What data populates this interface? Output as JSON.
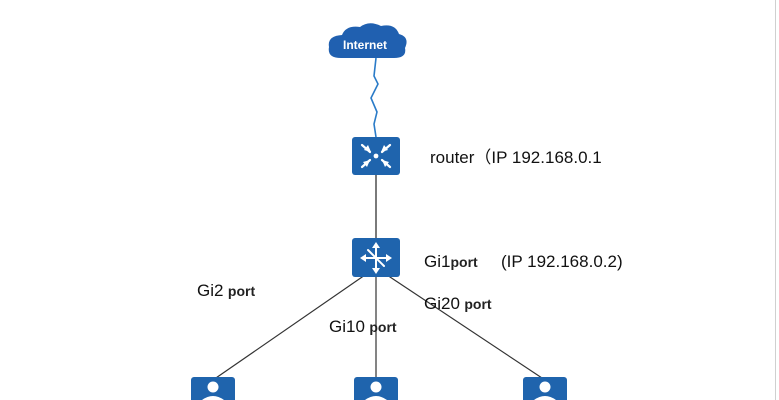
{
  "cloud": {
    "label": "Internet",
    "color": "#2060b0"
  },
  "router": {
    "icon": "router-icon",
    "label_name": "router",
    "label_paren": "（",
    "label_ip": "IP 192.168.0.1"
  },
  "switch": {
    "icon": "switch-icon",
    "port_name": "Gi1",
    "port_word": "port",
    "ip": "(IP 192.168.0.2)"
  },
  "ports": [
    {
      "name": "Gi2",
      "word": "port"
    },
    {
      "name": "Gi10",
      "word": "port"
    },
    {
      "name": "Gi20",
      "word": "port"
    }
  ],
  "hosts": [
    {
      "icon": "user-icon"
    },
    {
      "icon": "user-icon"
    },
    {
      "icon": "user-icon"
    }
  ],
  "colors": {
    "device_fill": "#1f64ad",
    "link": "#333333",
    "wan_link": "#2a7bc8"
  }
}
